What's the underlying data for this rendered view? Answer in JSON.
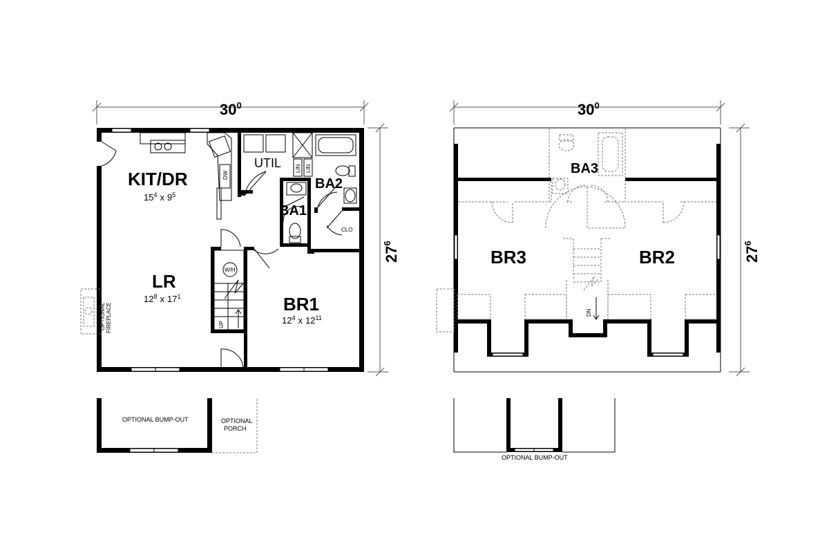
{
  "first_floor": {
    "width_dim": {
      "main": "30",
      "sup": "0"
    },
    "depth_dim": {
      "main": "27",
      "sup": "6"
    },
    "rooms": {
      "kitdr": {
        "name": "KIT/DR",
        "w": "15",
        "w_sup": "4",
        "x": "x",
        "d": "9",
        "d_sup": "5"
      },
      "lr": {
        "name": "LR",
        "w": "12",
        "w_sup": "8",
        "x": "x",
        "d": "17",
        "d_sup": "1"
      },
      "br1": {
        "name": "BR1",
        "w": "12",
        "w_sup": "4",
        "x": "x",
        "d": "12",
        "d_sup": "11"
      },
      "util": {
        "name": "UTIL"
      },
      "ba1": {
        "name": "BA1"
      },
      "ba2": {
        "name": "BA2"
      },
      "clo": {
        "name": "CLO"
      }
    },
    "labels": {
      "dw": "DW",
      "lin1": "LIN",
      "lin2": "LIN",
      "wh": "W/H",
      "up": "UP",
      "fireplace_line1": "OPTIONAL",
      "fireplace_line2": "FIREPLACE"
    },
    "bumpout": "OPTIONAL BUMP-OUT",
    "porch_line1": "OPTIONAL",
    "porch_line2": "PORCH"
  },
  "second_floor": {
    "width_dim": {
      "main": "30",
      "sup": "0"
    },
    "depth_dim": {
      "main": "27",
      "sup": "6"
    },
    "rooms": {
      "br3": {
        "name": "BR3"
      },
      "br2": {
        "name": "BR2"
      },
      "ba3": {
        "name": "BA3"
      }
    },
    "labels": {
      "dn": "DN"
    },
    "bumpout": "OPTIONAL BUMP-OUT"
  }
}
